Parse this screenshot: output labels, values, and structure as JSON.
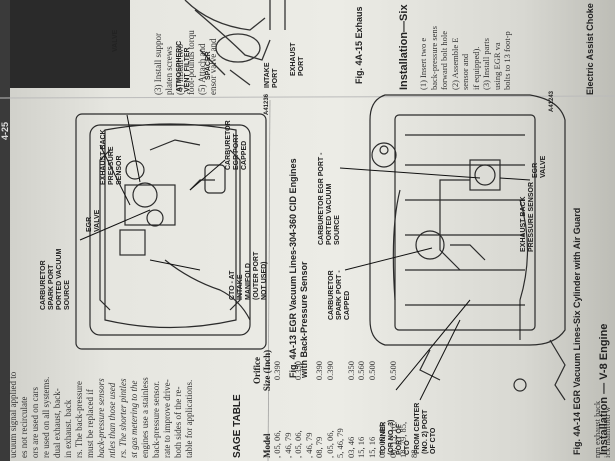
{
  "top_strip": {
    "lines": [
      "(3) Install suppor",
      "platen screws",
      "(4) Install two",
      "foot-pounds torqu",
      "(5) Attach and",
      "ensor valve and"
    ],
    "labels": {
      "valve": "VALVE",
      "atm": [
        "ATMOSPHERIC",
        "VENT FILTER"
      ],
      "spacer": "SPACER",
      "intake": [
        "INTAKE",
        "PORT"
      ],
      "exhaust": [
        "EXHAUST",
        "PORT"
      ]
    },
    "fig15": "Fig. 4A-15  Exhaus",
    "right_heading": "Installation—Six",
    "right_lines": [
      "(1) Insert two e",
      "back-pressure sens",
      "forward bolt hole",
      "(2) Assemble E",
      "sensor and",
      "if equipped).",
      "(3) Install parts",
      "using EGR va",
      "bolts to 13 foot-p"
    ],
    "right_heading2": "Electric Assist Choke"
  },
  "fig13": {
    "code": "A41236",
    "caption": [
      "Fig. 4A-13   EGR Vacuum Lines-304-360 CID Engines",
      "with Back-Pressure Sensor"
    ],
    "labels": {
      "exhaust_back": [
        "EXHAUST BACK",
        "PRESSURE",
        "SENSOR"
      ],
      "egr_valve": [
        "EGR",
        "VALVE"
      ],
      "carb_egr": [
        "CARBURETOR",
        "EGR PORT -",
        "CAPPED"
      ],
      "carb_spark": [
        "CARBURETOR",
        "SPARK PORT",
        "PORTED VACUUM",
        "SOURCE"
      ],
      "cto": [
        "CTO - AT",
        "INTAKE",
        "MANIFOLD",
        "(OUTER PORT",
        "NOT USED)"
      ]
    }
  },
  "fig14": {
    "code": "A41243",
    "caption": "Fig. 4A-14   EGR Vacuum Lines-Six Cylinder with Air Guard",
    "labels": {
      "carb_egr": [
        "CARBURETOR EGR PORT -",
        "PORTED VACUUM",
        "SOURCE"
      ],
      "carb_spark": [
        "CARBURETOR",
        "SPARK PORT -",
        "CAPPED"
      ],
      "egr_valve": [
        "EGR",
        "VALVE"
      ],
      "exhaust_back": [
        "EXHAUST BACK",
        "PRESSURE SENSOR"
      ],
      "to_inner": [
        "TO INNER",
        "(OR NO. 3)",
        "PORT OF",
        "CTO"
      ],
      "from_center": [
        "FROM CENTER",
        "(NO. 2) PORT",
        "OF CTO"
      ]
    }
  },
  "installation_v8": "Installation — V-8 Engine",
  "left_text": [
    "ucuum signal applied to",
    "es not recirculate",
    "ors are used on cars",
    "re used on all systems.",
    "dual exhaust, back-",
    "in exhaust. back",
    "rs. The back-pressure",
    "must be replaced if",
    "",
    "back-pressure sensors",
    "ntles than those used",
    "rs. The shorter pintles",
    "st gas metering to the",
    "",
    "engines use a stainless",
    "back-pressure sensor.",
    "rate to improve drive-",
    "both sides of the re-",
    "table for applications."
  ],
  "table": {
    "title": "SAGE TABLE",
    "headers": [
      "Model",
      "Orifice",
      "Size (Inch)"
    ],
    "rows": [
      [
        ", 05, 06,",
        "0.390"
      ],
      [
        ", 46, 79",
        ""
      ],
      [
        ", 05, 06,",
        "0.350"
      ],
      [
        ", 46, 79",
        ""
      ],
      [
        "08, 79",
        "0.390"
      ],
      [
        ", 05, 06,",
        "0.390"
      ],
      [
        "5, 46, 79",
        ""
      ],
      [
        "03, 46",
        "0.350"
      ],
      [
        "15, 16",
        "0.560"
      ],
      [
        "15, 16",
        "0.500"
      ],
      [
        "03, 05, 06,",
        ""
      ],
      [
        "08, 15, 16,",
        "0.500"
      ],
      [
        "18, 79, 85,",
        ""
      ],
      [
        "88",
        ""
      ]
    ]
  },
  "bottom_strip": [
    "nm exhaust back",
    "ick manifold w"
  ],
  "page_number": "4-25"
}
